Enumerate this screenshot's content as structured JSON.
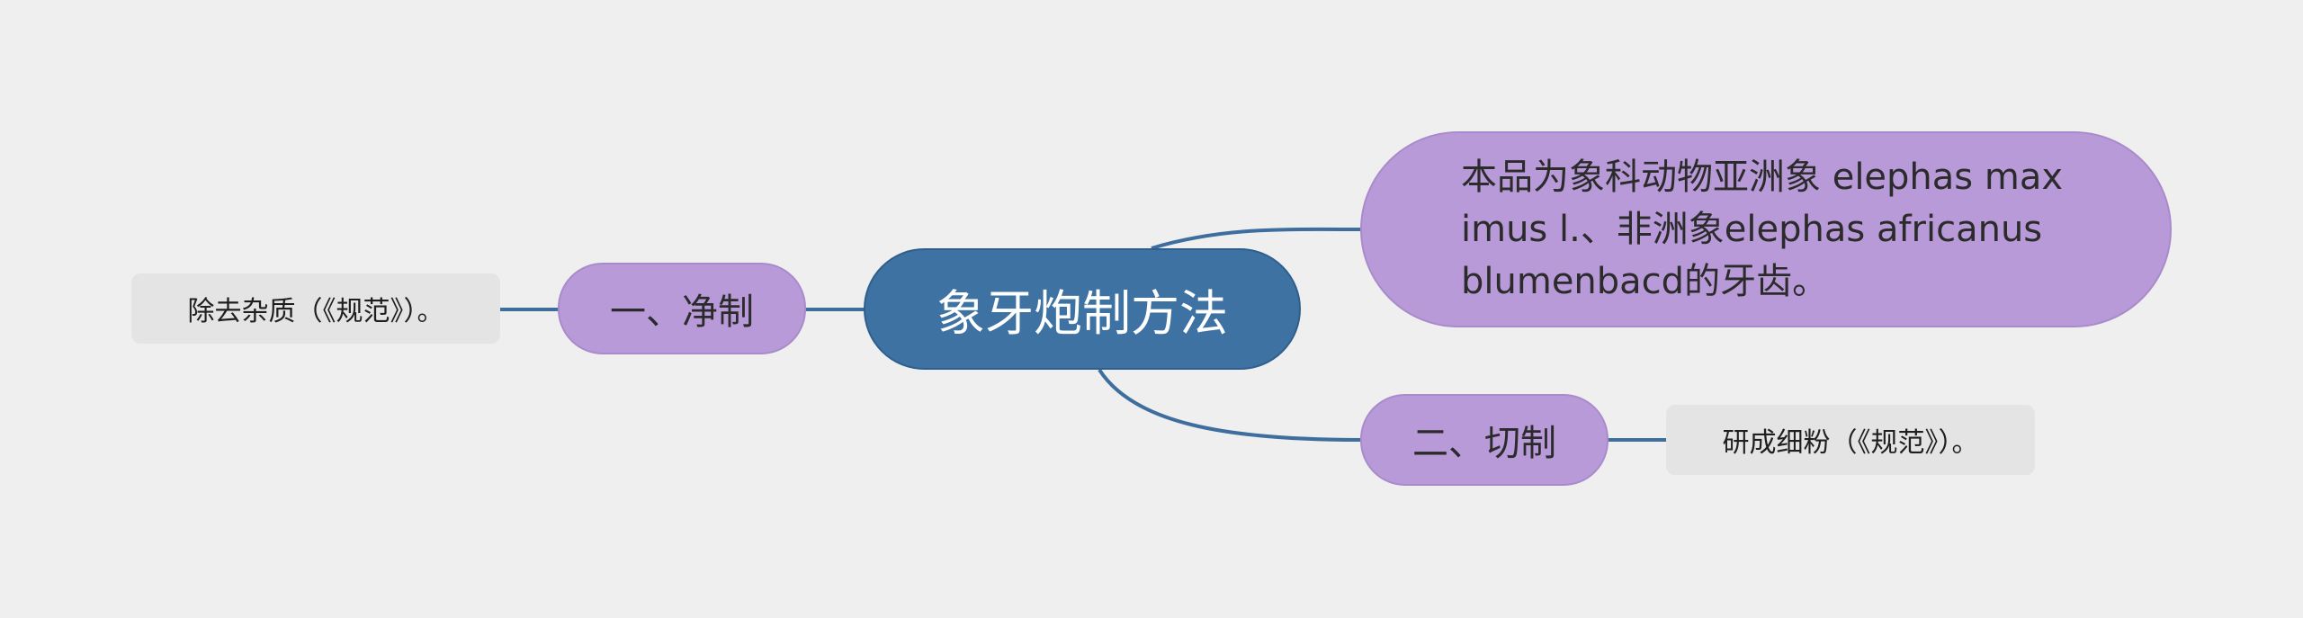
{
  "colors": {
    "background": "#efefef",
    "root_fill": "#3d72a2",
    "branch_fill": "#b89ad8",
    "leaf_fill": "#e4e4e4",
    "connector": "#3d6e9e"
  },
  "mindmap": {
    "root": {
      "label": "象牙炮制方法"
    },
    "branches": [
      {
        "label": "本品为象科动物亚洲象 elephas maximus l.、非洲象elephas africanus blumenbacd的牙齿。"
      },
      {
        "label": "一、净制",
        "child": {
          "label": "除去杂质（《规范》）。"
        }
      },
      {
        "label": "二、切制",
        "child": {
          "label": "研成细粉（《规范》）。"
        }
      }
    ]
  }
}
